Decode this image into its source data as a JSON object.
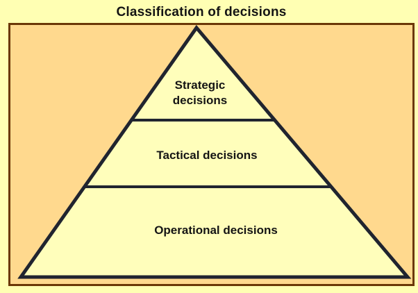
{
  "title": "Classification of decisions",
  "pyramid": {
    "tiers": [
      {
        "name": "strategic",
        "label": "Strategic decisions",
        "lines": [
          "Strategic",
          "decisions"
        ]
      },
      {
        "name": "tactical",
        "label": "Tactical decisions",
        "lines": [
          "Tactical decisions"
        ]
      },
      {
        "name": "operational",
        "label": "Operational decisions",
        "lines": [
          "Operational decisions"
        ]
      }
    ]
  },
  "colors": {
    "page_background": "#FFFFB3",
    "panel_background": "#FFD98E",
    "panel_border": "#6B3807",
    "pyramid_fill": "#FFFEBB",
    "pyramid_outline": "#20242F",
    "text": "#141414"
  }
}
